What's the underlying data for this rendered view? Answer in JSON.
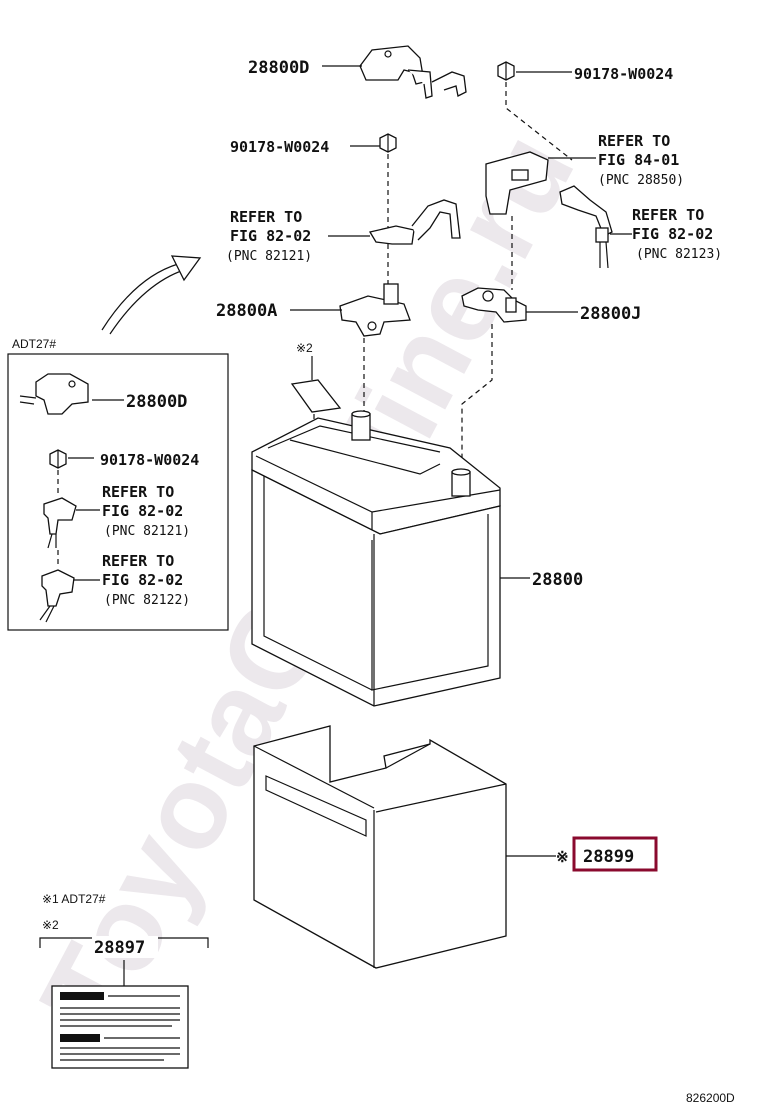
{
  "watermark": "ToyotaCarMine.ru",
  "labels": {
    "p28800D_top": "28800D",
    "bolt_top_right": "90178-W0024",
    "bolt_mid": "90178-W0024",
    "ref84_line1": "REFER TO",
    "ref84_line2": "FIG 84-01",
    "ref84_line3": "(PNC 28850)",
    "ref82_left_line1": "REFER TO",
    "ref82_left_line2": "FIG 82-02",
    "ref82_left_line3": "(PNC 82121)",
    "ref82_right_line1": "REFER TO",
    "ref82_right_line2": "FIG 82-02",
    "ref82_right_line3": "(PNC 82123)",
    "p28800A": "28800A",
    "p28800J": "28800J",
    "note2_mark": "※2",
    "battery": "28800",
    "cover_mark": "※",
    "cover": "28899",
    "footnote1": "※1  ADT27#",
    "footnote2": "※2",
    "label_part": "28897",
    "figure_code": "826200D"
  },
  "inset": {
    "title": "ADT27#",
    "p28800D": "28800D",
    "bolt": "90178-W0024",
    "refA_line1": "REFER TO",
    "refA_line2": "FIG 82-02",
    "refA_line3": "(PNC 82121)",
    "refB_line1": "REFER TO",
    "refB_line2": "FIG 82-02",
    "refB_line3": "(PNC 82122)"
  },
  "colors": {
    "highlight": "#8a0a2e",
    "watermark": "#ece8ec",
    "ink": "#111111"
  }
}
